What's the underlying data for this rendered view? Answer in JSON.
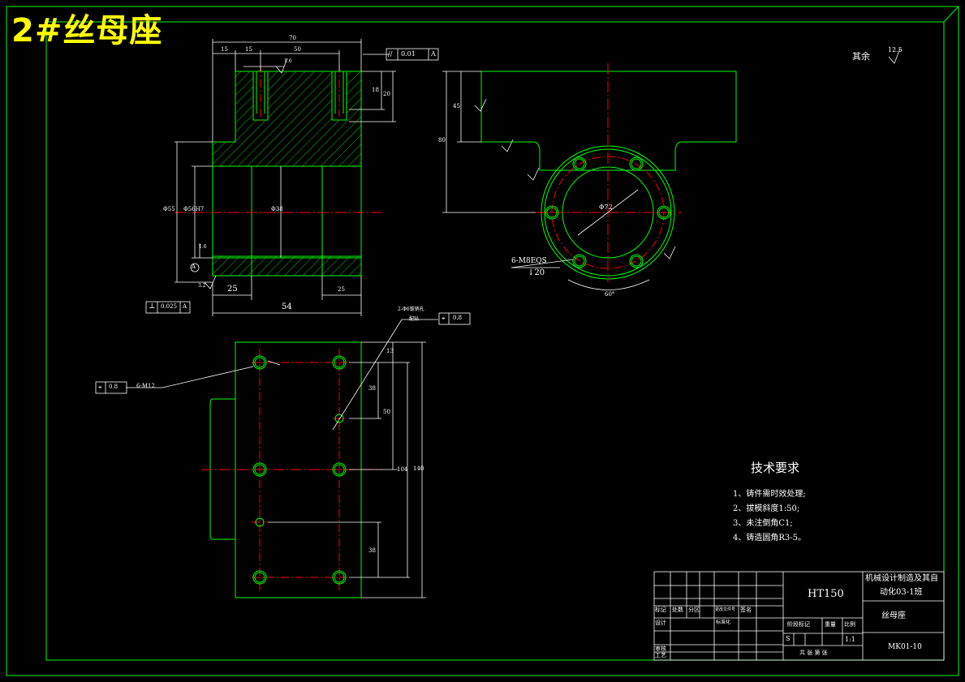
{
  "title": "2#丝母座",
  "colors": {
    "frame": "#00ff00",
    "line": "#00ff00",
    "center": "#ff0000",
    "dim": "#ffffff",
    "title": "#ffff00",
    "bg": "#000000"
  },
  "roughness_note": {
    "label": "其余",
    "value": "12.5"
  },
  "front_view": {
    "top_dims": [
      "70",
      "15",
      "15",
      "50"
    ],
    "gdt_parallel": {
      "symbol": "//",
      "tol": "0.01",
      "datum": "A"
    },
    "right_dims": [
      "18",
      "20"
    ],
    "left_dims": [
      "Φ55",
      "Φ56H7"
    ],
    "inner_dim": "Φ38",
    "roughness": [
      "1.6",
      "1.6",
      "3.2"
    ],
    "bottom_dims": [
      "25",
      "25",
      "54"
    ],
    "gdt_perp": {
      "symbol": "⊥",
      "tol": "0.025",
      "datum": "A"
    },
    "datum_label": "A"
  },
  "side_view": {
    "left_dims": [
      "45",
      "80"
    ],
    "pcd": "Φ72",
    "hole_note": "6-M8EQS",
    "depth": "20",
    "angle": "60°"
  },
  "top_view": {
    "hole_note_left": "6-M12",
    "gdt_left": {
      "symbol": "⌖",
      "tol": "0.8"
    },
    "pin_note": "2-Φ6锥销孔",
    "pin_note2": "配钻",
    "gdt_right": {
      "symbol": "⌖",
      "tol": "0.8"
    },
    "dims": [
      "13",
      "38",
      "50",
      "104",
      "38",
      "140"
    ]
  },
  "tech_req": {
    "title": "技术要求",
    "items": [
      "1、铸件需时效处理;",
      "2、拔模斜度1:50;",
      "3、未注倒角C1;",
      "4、铸造圆角R3-5。"
    ]
  },
  "title_block": {
    "material": "HT150",
    "school": "机械设计制造及其自",
    "class": "动化03-1班",
    "part_name": "丝母座",
    "drawing_no": "MK01-10",
    "scale": "1:1",
    "row_labels": [
      "标记",
      "处数",
      "分区",
      "更改文件号",
      "签名"
    ],
    "design": "设计",
    "std": "标准化",
    "stage": "阶段标记",
    "weight": "重量",
    "ratio": "比例",
    "check": "审核",
    "process": "工艺",
    "sheets": "共 张 第 张",
    "s_mark": "S"
  }
}
